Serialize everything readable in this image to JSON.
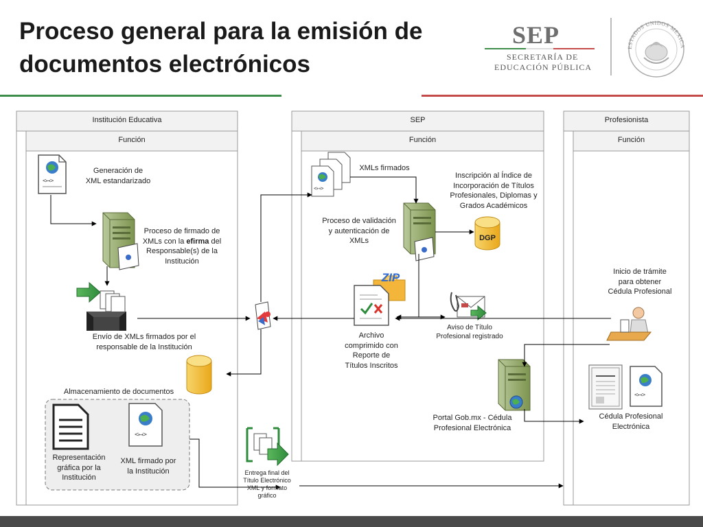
{
  "header": {
    "title_line1": "Proceso general para la emisión de",
    "title_line2": "documentos electrónicos",
    "logo_text": "SEP",
    "logo_sub1": "SECRETARÍA DE",
    "logo_sub2": "EDUCACIÓN PÚBLICA",
    "seal_text": "ESTADOS UNIDOS MEXICANOS"
  },
  "colors": {
    "green": "#3c8d4a",
    "red": "#c44a4a",
    "lane_header": "#f2f2f2",
    "server": "#8fa66a",
    "database": "#f2c03a",
    "arrow": "#000000"
  },
  "lanes": [
    {
      "title": "Institución Educativa",
      "sub": "Función"
    },
    {
      "title": "SEP",
      "sub": "Función"
    },
    {
      "title": "Profesionista",
      "sub": "Función"
    }
  ],
  "nodes": {
    "generacion_xml": "Generación de\nXML estandarizado",
    "proceso_firmado_1": "Proceso de firmado de",
    "proceso_firmado_2a": "XMLs con la ",
    "proceso_firmado_2b": "efirma",
    "proceso_firmado_2c": " del",
    "proceso_firmado_3": "Responsable(s) de la\nInstitución",
    "envio_xmls": "Envío de XMLs firmados por el\nresponsable de la Institución",
    "almacenamiento": "Almacenamiento de documentos",
    "representacion": "Representación\ngráfica por la\nInstitución",
    "xml_firmado": "XML firmado por\nla Institución",
    "entrega_final": "Entrega final del\nTítulo Electrónico\nXML y formato\ngráfico",
    "xmls_firmados": "XMLs firmados",
    "inscripcion": "Inscripción al Índice de\nIncorporación de Títulos\nProfesionales, Diplomas y\nGrados Académicos",
    "dgp": "DGP",
    "proceso_validacion": "Proceso de validación\ny autenticación de\nXMLs",
    "zip": "ZIP",
    "archivo_comprimido": "Archivo\ncomprimido con\nReporte de\nTítulos Inscritos",
    "aviso_titulo": "Aviso de Título\nProfesional registrado",
    "portal_gob": "Portal Gob.mx - Cédula\nProfesional Electrónica",
    "inicio_tramite": "Inicio de trámite\npara obtener\nCédula Profesional",
    "cedula_electronica": "Cédula Profesional\nElectrónica"
  },
  "icons": {
    "xml_doc": "xml-document-icon",
    "server": "server-icon",
    "database": "database-icon",
    "sign": "signature-icon",
    "zip": "zip-folder-icon",
    "envelope": "envelope-icon",
    "user": "user-at-desk-icon",
    "certificate": "certificate-icon"
  }
}
